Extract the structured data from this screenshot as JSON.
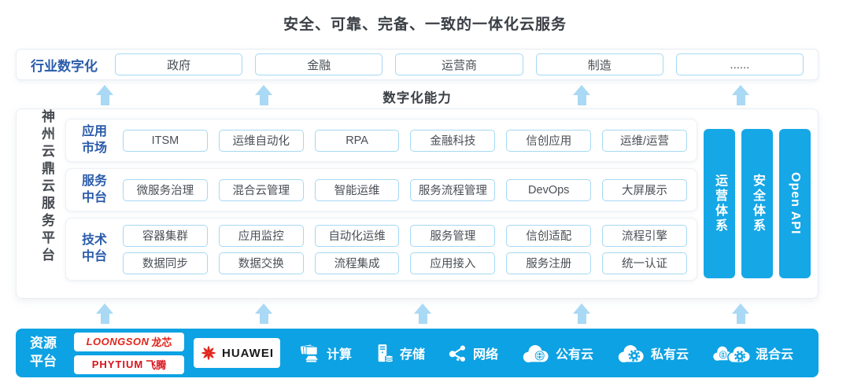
{
  "title": "安全、可靠、完备、一致的一体化云服务",
  "industry": {
    "label": "行业数字化",
    "items": [
      "政府",
      "金融",
      "运营商",
      "制造",
      "......"
    ]
  },
  "capability_label": "数字化能力",
  "platform": {
    "name": "神州云鼎云服务平台",
    "app_row": {
      "label": "应用市场",
      "items": [
        "ITSM",
        "运维自动化",
        "RPA",
        "金融科技",
        "信创应用",
        "运维/运营"
      ]
    },
    "service_row": {
      "label": "服务中台",
      "items": [
        "微服务治理",
        "混合云管理",
        "智能运维",
        "服务流程管理",
        "DevOps",
        "大屏展示"
      ]
    },
    "tech_row": {
      "label": "技术中台",
      "items_top": [
        "容器集群",
        "应用监控",
        "自动化运维",
        "服务管理",
        "信创适配",
        "流程引擎"
      ],
      "items_bottom": [
        "数据同步",
        "数据交换",
        "流程集成",
        "应用接入",
        "服务注册",
        "统一认证"
      ]
    },
    "side_bars": [
      "运营体系",
      "安全体系",
      "Open API"
    ]
  },
  "resource": {
    "label": "资源平台",
    "vendors": {
      "loongson_en": "LOONGSON",
      "loongson_cn": "龙芯",
      "phytium_en": "PHYTIUM",
      "phytium_cn": "飞腾",
      "huawei": "HUAWEI"
    },
    "items": [
      {
        "icon": "compute-icon",
        "label": "计算"
      },
      {
        "icon": "storage-icon",
        "label": "存储"
      },
      {
        "icon": "network-icon",
        "label": "网络"
      },
      {
        "icon": "public-cloud-icon",
        "label": "公有云"
      },
      {
        "icon": "private-cloud-icon",
        "label": "私有云"
      },
      {
        "icon": "hybrid-cloud-icon",
        "label": "混合云"
      }
    ]
  },
  "colors": {
    "accent_blue": "#0da2e3",
    "side_bar_blue": "#16a7e6",
    "arrow_light_blue": "#a9d9f4",
    "chip_border_blue": "#a5d8f3",
    "label_blue": "#2a5caa",
    "vendor_red": "#e1251b"
  }
}
